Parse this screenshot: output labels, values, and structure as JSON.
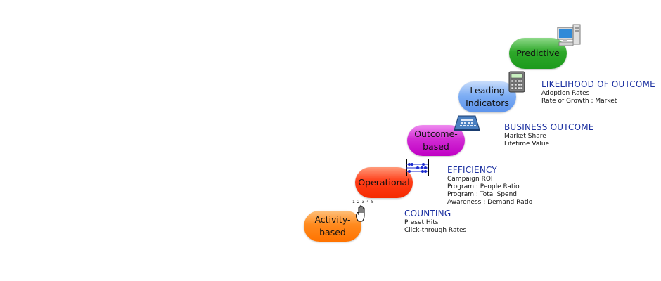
{
  "steps": [
    {
      "lines": [
        "Activity-",
        "based"
      ]
    },
    {
      "lines": [
        "Operational"
      ]
    },
    {
      "lines": [
        "Outcome-",
        "based"
      ]
    },
    {
      "lines": [
        "Leading",
        "Indicators"
      ]
    },
    {
      "lines": [
        "Predictive"
      ]
    }
  ],
  "groups": [
    {
      "heading": "COUNTING",
      "items": [
        "Preset Hits",
        "Click-through Rates"
      ]
    },
    {
      "heading": "EFFICIENCY",
      "items": [
        "Campaign ROI",
        "Program : People Ratio",
        "Program : Total Spend",
        "Awareness : Demand Ratio"
      ]
    },
    {
      "heading": "BUSINESS OUTCOME",
      "items": [
        "Market Share",
        "Lifetime Value"
      ]
    },
    {
      "heading": "LIKELIHOOD OF OUTCOME",
      "items": [
        "Adoption Rates",
        "Rate of Growth : Market"
      ]
    }
  ],
  "hand_counter_label": "1 2 3 4 5",
  "icons": [
    "hand-counting-icon",
    "abacus-icon",
    "adding-machine-icon",
    "calculator-icon",
    "computer-icon"
  ],
  "colors": {
    "heading": "#1a2fa0",
    "activity": "#ff7300",
    "operational": "#f52a00",
    "outcome": "#c000c4",
    "leading": "#5c93ec",
    "predictive": "#1c9a1c"
  }
}
